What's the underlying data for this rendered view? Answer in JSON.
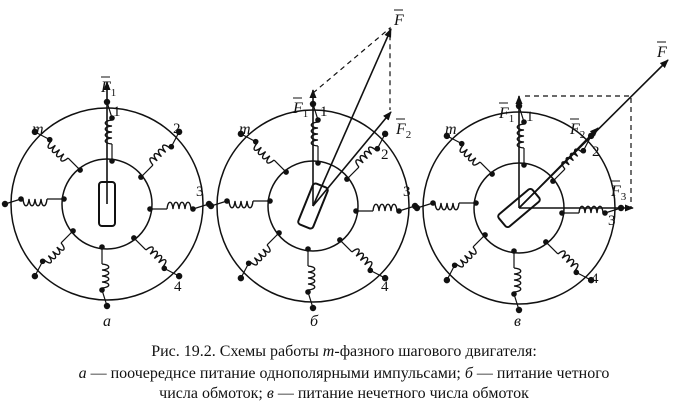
{
  "figure": {
    "panels": [
      {
        "id": "a",
        "label": "а",
        "winding_labels": {
          "m": "m",
          "n1": "1",
          "n2": "2",
          "n3": "3",
          "n4": "4"
        },
        "forces": [
          {
            "symbol": "F",
            "sub": "1"
          }
        ],
        "rotor_angle_deg": 0
      },
      {
        "id": "b",
        "label": "б",
        "winding_labels": {
          "m": "m",
          "n1": "1",
          "n2": "2",
          "n3": "3",
          "n4": "4"
        },
        "forces": [
          {
            "symbol": "F",
            "sub": "1"
          },
          {
            "symbol": "F",
            "sub": "2"
          },
          {
            "symbol": "F",
            "sub": ""
          }
        ],
        "rotor_angle_deg": 22
      },
      {
        "id": "c",
        "label": "в",
        "winding_labels": {
          "m": "m",
          "n1": "1",
          "n2": "2",
          "n3": "3",
          "n4": "4"
        },
        "forces": [
          {
            "symbol": "F",
            "sub": "1"
          },
          {
            "symbol": "F",
            "sub": "2"
          },
          {
            "symbol": "F",
            "sub": "3"
          },
          {
            "symbol": "F",
            "sub": ""
          }
        ],
        "rotor_angle_deg": 50
      }
    ]
  },
  "caption": {
    "prefix": "Рис. 19.2. Схемы работы ",
    "var": "m",
    "suffix": "-фазного шагового двигателя:",
    "line2": [
      {
        "t": "а",
        "i": true
      },
      {
        "t": " — поочереднсе питание однополярными импульсами; ",
        "i": false
      },
      {
        "t": "б",
        "i": true
      },
      {
        "t": " — питание четного",
        "i": false
      }
    ],
    "line3": [
      {
        "t": "числа обмоток; ",
        "i": false
      },
      {
        "t": "в",
        "i": true
      },
      {
        "t": " — питание нечетного числа обмоток",
        "i": false
      }
    ]
  }
}
